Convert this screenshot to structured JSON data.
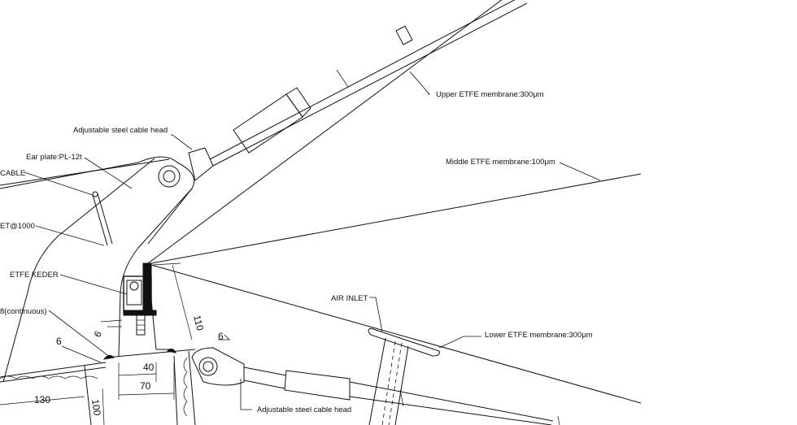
{
  "labels": {
    "upper_membrane": "Upper ETFE membrane:300μm",
    "middle_membrane": "Middle ETFE membrane:100μm",
    "lower_membrane": "Lower ETFE membrane:300μm",
    "air_inlet": "AIR INLET",
    "cable_head_top": "Adjustable steel cable head",
    "cable_head_bottom": "Adjustable steel cable head",
    "ear_plate": "Ear plate:PL-12t",
    "cable": "CABLE",
    "bracket": "ET@1000",
    "keder": "ETFE KEDER",
    "continuous": "8(continuous)"
  },
  "dimensions": {
    "d110": "110",
    "d40": "40",
    "d70": "70",
    "d130": "130",
    "d100": "100",
    "weld_left": "6",
    "weld_right": "6",
    "weld_small": "6"
  }
}
